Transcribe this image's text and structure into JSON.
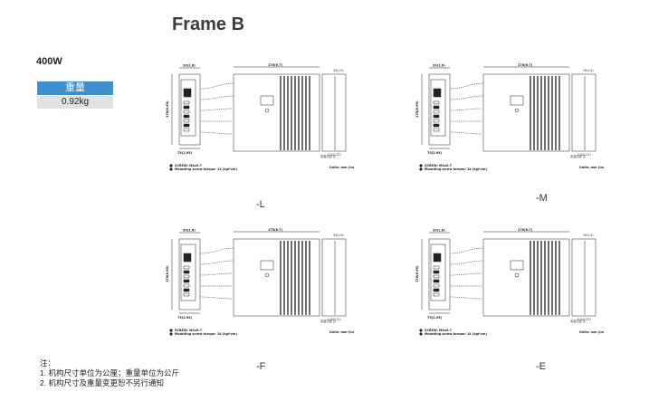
{
  "page": {
    "title": "Frame B",
    "model": "400W",
    "weight_table": {
      "header": "重量",
      "value": "0.92kg"
    },
    "notes": {
      "heading": "注：",
      "items": [
        "1. 机构尺寸单位为公厘；重量单位为公斤",
        "2. 机构尺寸及重量变更恕不另行通知"
      ]
    }
  },
  "drawings": [
    {
      "suffix": "-L",
      "dims": {
        "height": "170(6.69)",
        "depth": "170(6.7)",
        "width": "39(1.6)",
        "base": "75(2.95)",
        "mount": "5.5(0.22)"
      },
      "legend": {
        "screw": "SCREW: M4x0.7",
        "torque": "Mounting screw torque: 14 (kgf-cm)"
      },
      "units": "Units: mm (inch)",
      "note": "安装孔距 见"
    },
    {
      "suffix": "-M",
      "dims": {
        "height": "170(6.69)",
        "depth": "170(6.7)",
        "width": "39(1.6)",
        "base": "75(2.95)",
        "mount": "5.5(0.22)"
      },
      "legend": {
        "screw": "SCREW: M4x0.7",
        "torque": "Mounting screw torque: 14 (kgf-cm)"
      },
      "units": "Units: mm (inch)",
      "note": "安装孔距 见"
    },
    {
      "suffix": "-F",
      "dims": {
        "height": "170(6.69)",
        "depth": "170(6.7)",
        "width": "39(1.6)",
        "base": "75(2.95)",
        "mount": "5.5(0.22)"
      },
      "legend": {
        "screw": "SCREW: M4x0.7",
        "torque": "Mounting screw torque: 14 (kgf-cm)"
      },
      "units": "Units: mm (inch)",
      "note": "安装孔距 见"
    },
    {
      "suffix": "-E",
      "dims": {
        "height": "170(6.69)",
        "depth": "170(6.7)",
        "width": "39(1.6)",
        "base": "75(2.95)",
        "mount": "5.5(0.22)"
      },
      "legend": {
        "screw": "SCREW: M4x0.7",
        "torque": "Mounting screw torque: 14 (kgf-cm)"
      },
      "units": "Units: mm (inch)",
      "note": "安装孔距 见"
    }
  ]
}
